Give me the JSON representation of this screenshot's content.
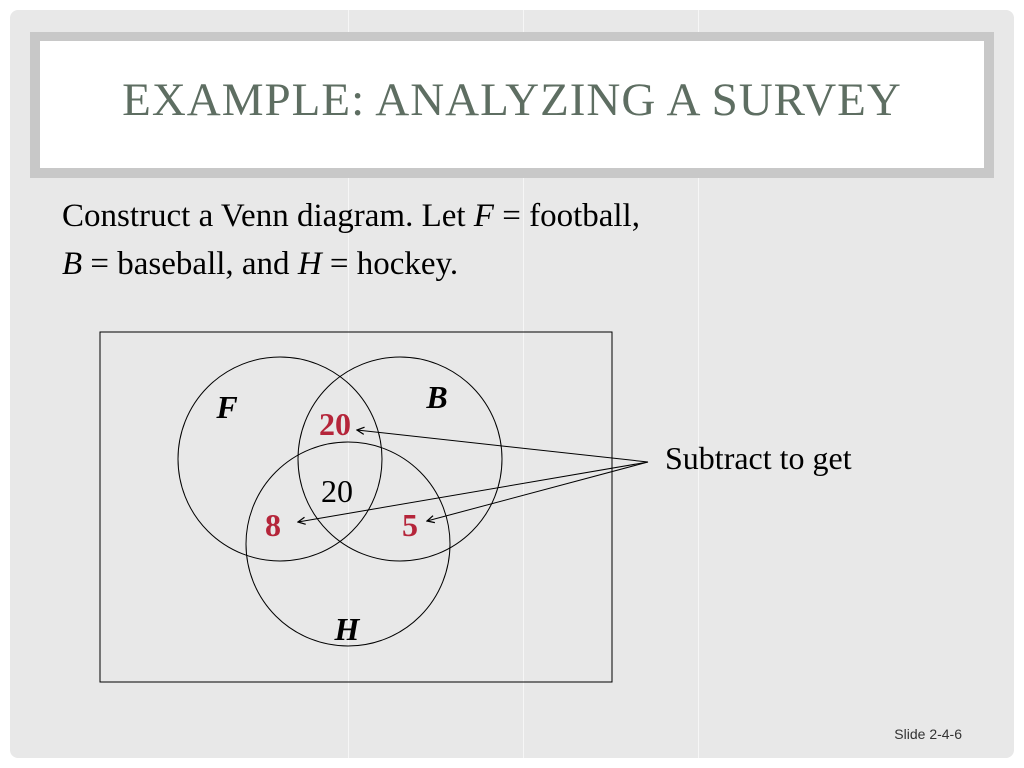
{
  "title": "EXAMPLE: ANALYZING A SURVEY",
  "body": {
    "line1_prefix": "Construct a Venn diagram. Let ",
    "var_f": "F",
    "line1_suffix": " = football,",
    "var_b": "B",
    "line2_mid": " = baseball, and ",
    "var_h": "H",
    "line2_suffix": " = hockey."
  },
  "venn": {
    "set_labels": {
      "f": "F",
      "b": "B",
      "h": "H"
    },
    "regions": {
      "f_and_b_only": "20",
      "f_and_b_and_h": "20",
      "f_and_h_only": "8",
      "b_and_h_only": "5"
    },
    "annotation": "Subtract to get",
    "highlight_color": "#b5253a"
  },
  "footer": {
    "slide_number": "Slide 2-4-6"
  }
}
